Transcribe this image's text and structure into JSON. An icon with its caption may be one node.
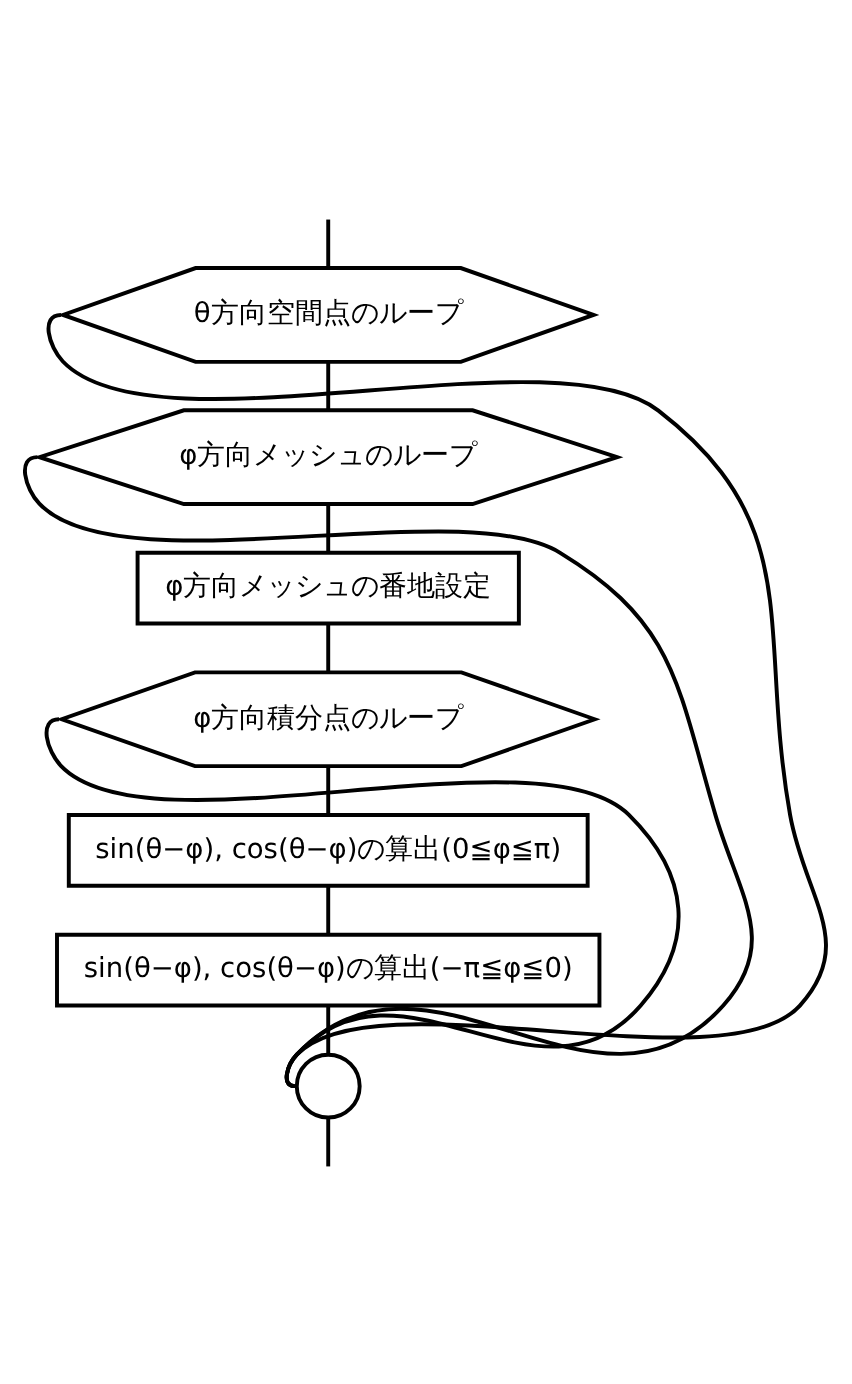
{
  "diagram": {
    "nodes": [
      {
        "text": [
          "θ方向空間点のループ"
        ]
      },
      {
        "text": [
          "φ方向メッシュのループ"
        ]
      },
      {
        "text": [
          "φ方向メッシュの番地設定"
        ]
      },
      {
        "text": [
          "φ方向積分点のループ"
        ]
      },
      {
        "text": [
          "sin(θ−φ), cos(θ−φ)の算出(0≦φ≦π)"
        ]
      },
      {
        "text": [
          "sin(θ−φ), cos(θ−φ)の算出(−π≦φ≦0)"
        ]
      },
      {
        "text": [],
        "shape": "circle"
      }
    ],
    "edges": [
      {
        "from": null,
        "to": 0,
        "arrow": "none"
      },
      {
        "from": 0,
        "to": 1,
        "arrow": "none"
      },
      {
        "from": 1,
        "to": 2,
        "arrow": "none"
      },
      {
        "from": 2,
        "to": 3,
        "arrow": "none"
      },
      {
        "from": 3,
        "to": 4,
        "arrow": "none"
      },
      {
        "from": 4,
        "to": 5,
        "arrow": "none"
      },
      {
        "from": 5,
        "to": 6,
        "arrow": "none"
      },
      {
        "from": 6,
        "to": 0,
        "arrow": "none"
      },
      {
        "from": 6,
        "to": 1,
        "arrow": "none"
      },
      {
        "from": 6,
        "to": 3,
        "arrow": "none"
      },
      {
        "from": 6,
        "to": null,
        "arrow": "none"
      }
    ]
  }
}
